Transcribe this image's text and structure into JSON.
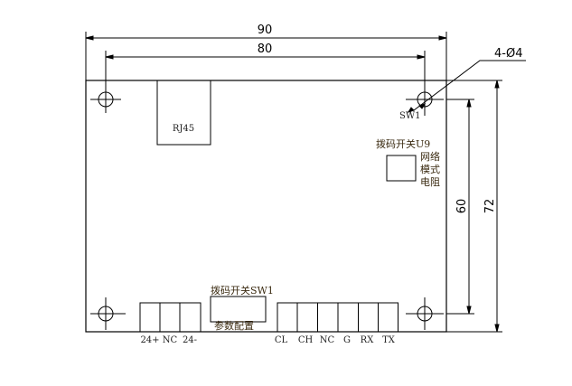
{
  "dimensions": {
    "width_outer": "90",
    "width_holes": "80",
    "height_outer": "72",
    "height_holes": "60",
    "hole_spec": "4-Ø4"
  },
  "components": {
    "rj45": "RJ45",
    "sw1_hole_label": "SW1",
    "u9_title": "拨码开关U9",
    "u9_desc": [
      "网络",
      "模式",
      "电阻"
    ],
    "sw1_title": "拨码开关SW1",
    "sw1_desc": "参数配置"
  },
  "terminals_left": [
    "24+",
    "NC",
    "24-"
  ],
  "terminals_right": [
    "CL",
    "CH",
    "NC",
    "G",
    "RX",
    "TX"
  ]
}
